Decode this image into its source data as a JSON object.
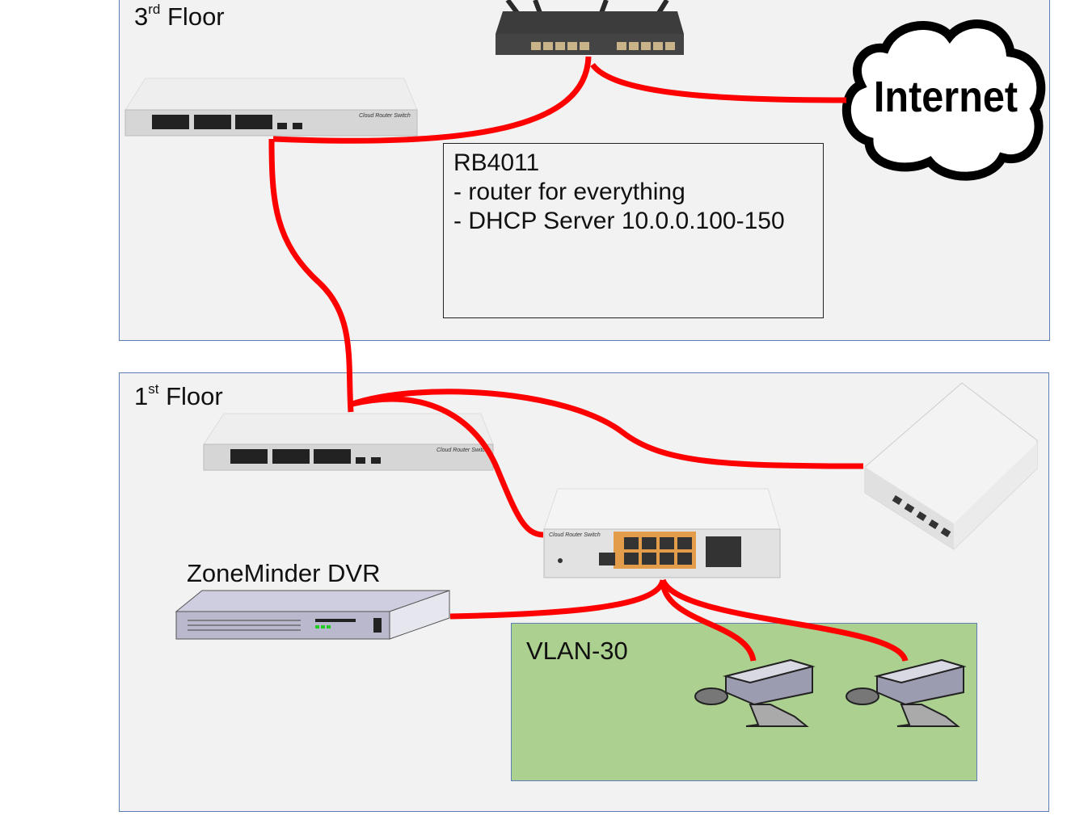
{
  "floors": [
    {
      "number": "3",
      "suffix": "rd",
      "label": "Floor"
    },
    {
      "number": "1",
      "suffix": "st",
      "label": "Floor"
    }
  ],
  "router_note": {
    "lines": [
      "RB4011",
      "- router for everything",
      "- DHCP Server 10.0.0.100-150"
    ]
  },
  "internet": {
    "label": "Internet"
  },
  "vlan": {
    "label": "VLAN-30",
    "color": "#acd08f"
  },
  "dvr": {
    "label": "ZoneMinder DVR"
  },
  "devices": {
    "switch_top_label": "Cloud Router Switch",
    "switch_first_label": "Cloud Router Switch",
    "switch_small_label": "Cloud Router Switch"
  },
  "colors": {
    "cable": "#ff0000",
    "floor_bg": "#f2f2f2",
    "border": "#5b7fb5"
  }
}
